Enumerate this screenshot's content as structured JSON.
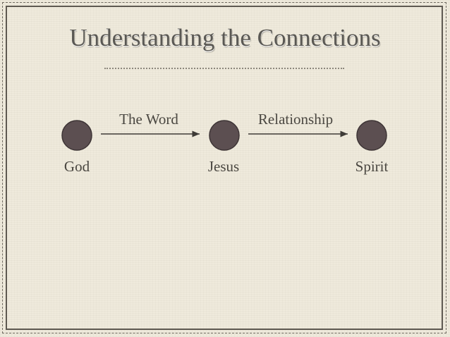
{
  "title": "Understanding the Connections",
  "nodes": [
    {
      "label": "God"
    },
    {
      "label": "Jesus"
    },
    {
      "label": "Spirit"
    }
  ],
  "edges": [
    {
      "label": "The Word"
    },
    {
      "label": "Relationship"
    }
  ],
  "colors": {
    "background": "#efeadc",
    "node_fill": "#5c4f51",
    "node_stroke": "#3e3536",
    "text": "#4a4741",
    "arrow": "#3e3b37"
  }
}
